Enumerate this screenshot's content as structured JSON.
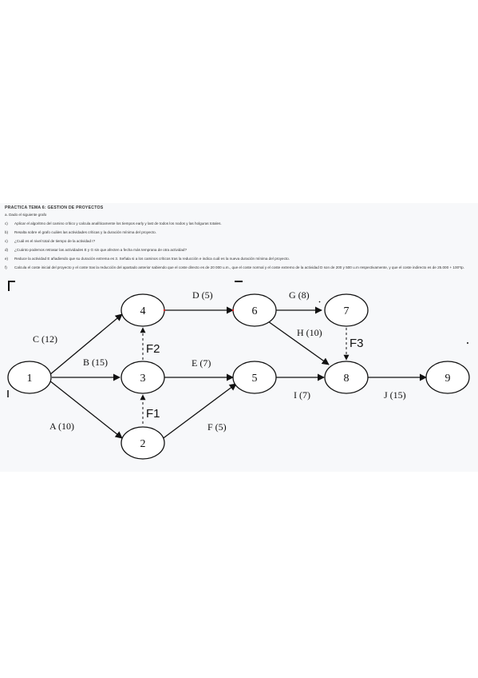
{
  "document": {
    "title": "PRACTICA TEMA 6: GESTION DE PROYECTOS",
    "intro": "a.  Dado el siguiente grafo",
    "questions": [
      {
        "label": "c)",
        "text": "Aplicar el algoritmo del camino crítico y calcula analíticamente los tiempos early y last de todos los nodos y las holguras totales."
      },
      {
        "label": "b)",
        "text": "Resalta sobre el grafo cuáles las actividades críticas y la duración mínima del proyecto."
      },
      {
        "label": "c)",
        "text": "¿Cuál es el nivel total de tiempo de la actividad I?"
      },
      {
        "label": "d)",
        "text": "¿Cuánto podemos retrasar las actividades E y G sin que afecten a fecha más temprana de otra actividad?"
      },
      {
        "label": "e)",
        "text": "Reduce la actividad E añadiendo que su duración extrema es 3. Señala si a los caminos críticos tras la reducción e indica cuál es la nueva duración mínima del proyecto."
      },
      {
        "label": "f)",
        "text": "Calcula el coste inicial del proyecto y el coste tras la reducción del apartado anterior sabiendo que el coste directo es de 20 000 u.m., que el coste normal y el coste extremo de la actividad D son de 200 y 500 u.m respectivamente, y que el coste indirecto es de 25.000 + 100*tp."
      }
    ]
  },
  "diagram": {
    "nodes": [
      {
        "id": "1"
      },
      {
        "id": "2"
      },
      {
        "id": "3"
      },
      {
        "id": "4"
      },
      {
        "id": "5"
      },
      {
        "id": "6"
      },
      {
        "id": "7"
      },
      {
        "id": "8"
      },
      {
        "id": "9"
      }
    ],
    "activities": [
      {
        "label": "C (12)"
      },
      {
        "label": "B (15)"
      },
      {
        "label": "A (10)"
      },
      {
        "label": "D (5)"
      },
      {
        "label": "E (7)"
      },
      {
        "label": "F (5)"
      },
      {
        "label": "G (8)"
      },
      {
        "label": "H (10)"
      },
      {
        "label": "I (7)"
      },
      {
        "label": "J (15)"
      }
    ],
    "dummies": [
      {
        "label": "F1"
      },
      {
        "label": "F2"
      },
      {
        "label": "F3"
      }
    ]
  }
}
